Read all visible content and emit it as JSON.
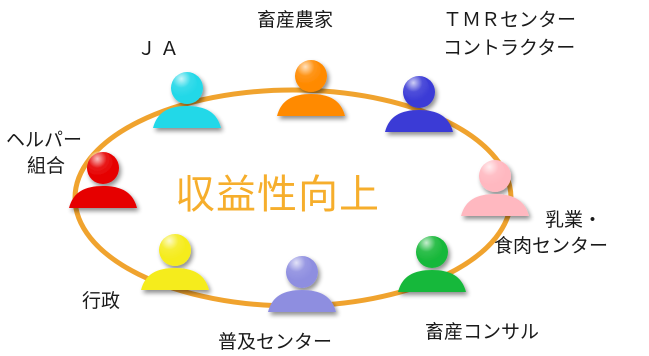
{
  "diagram": {
    "center_label": "収益性向上",
    "ring_color": "#f0a32e",
    "nodes": [
      {
        "label": "畜産農家",
        "color": "#ff8a00"
      },
      {
        "label_line1": "ＴＭＲセンター",
        "label_line2": "コントラクター",
        "color": "#3b3bd6"
      },
      {
        "label_line1": "乳業・",
        "label_line2": "食肉センター",
        "color": "#ffb8c0"
      },
      {
        "label": "畜産コンサル",
        "color": "#19b83a"
      },
      {
        "label": "普及センター",
        "color": "#8e8ee0"
      },
      {
        "label": "行政",
        "color": "#f5ec1e"
      },
      {
        "label_line1": "ヘルパー",
        "label_line2": "組合",
        "color": "#e60000"
      },
      {
        "label": "ＪＡ",
        "color": "#22d8e8"
      }
    ]
  }
}
